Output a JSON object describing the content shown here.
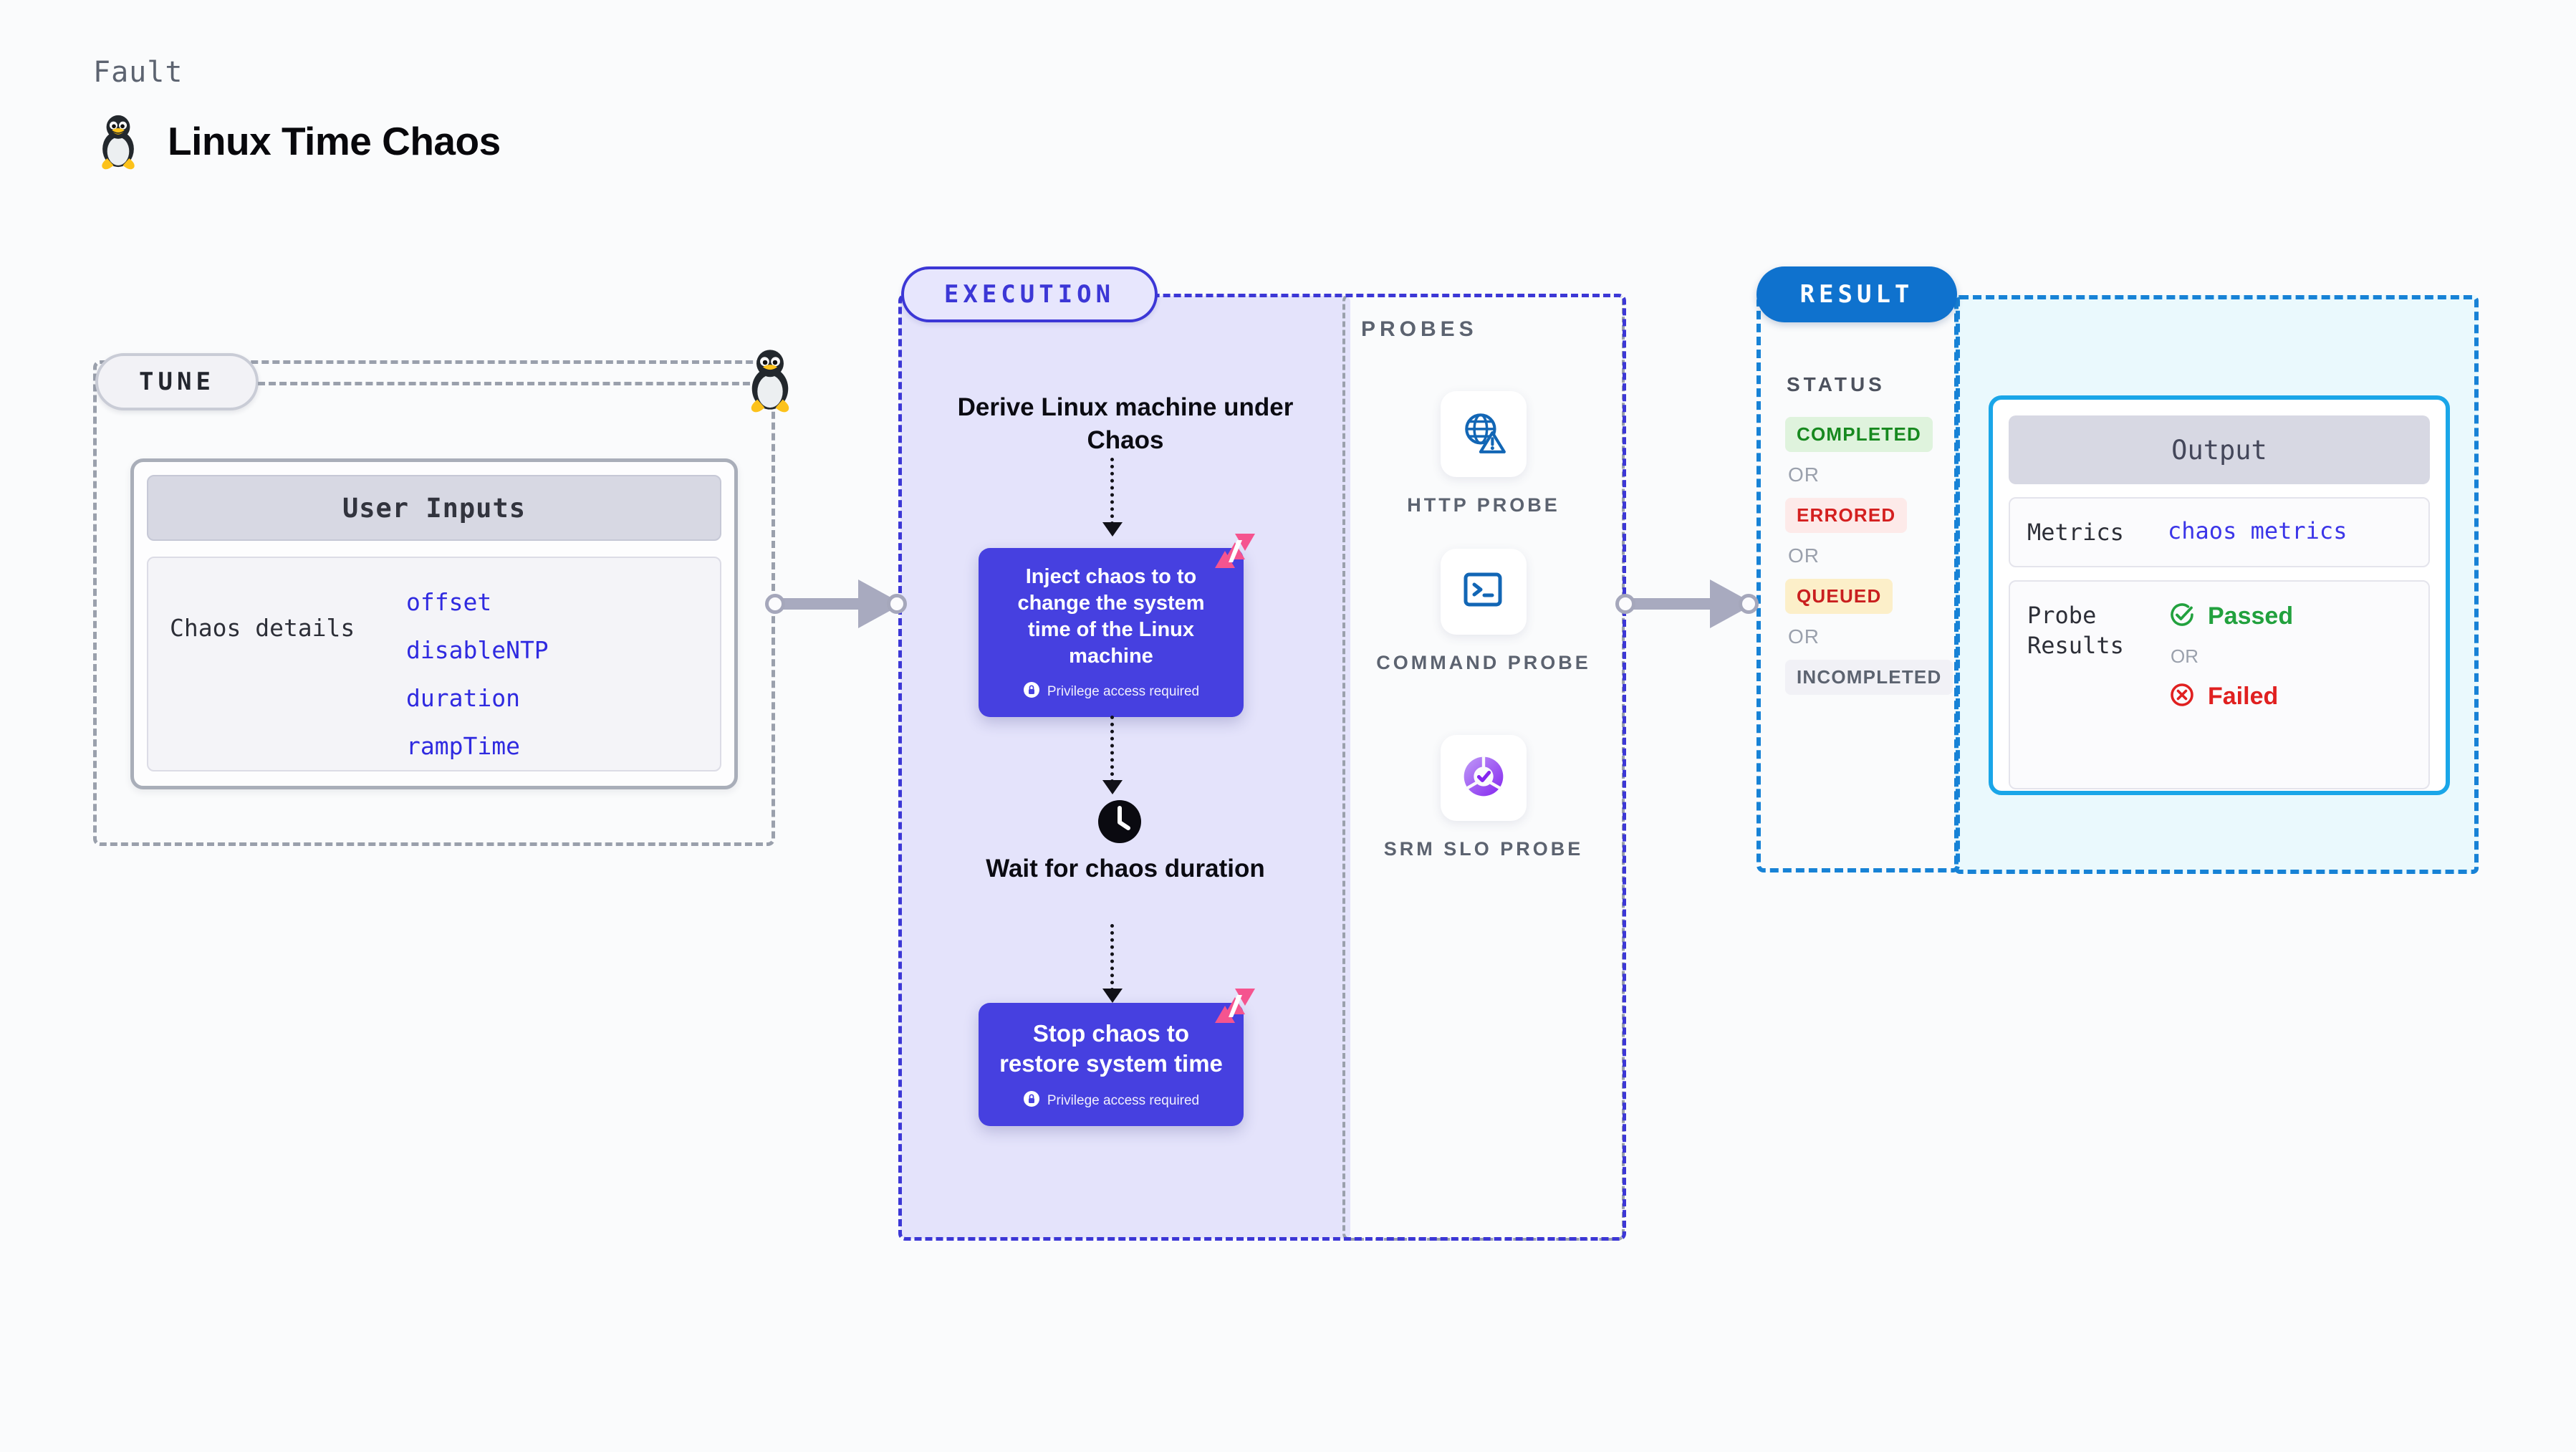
{
  "header": {
    "kicker": "Fault",
    "title": "Linux Time Chaos",
    "logo_icon": "linux-penguin-icon"
  },
  "tune": {
    "pill_label": "TUNE",
    "tux_icon": "linux-penguin-icon",
    "card": {
      "header": "User Inputs",
      "row_label": "Chaos details",
      "values": [
        "offset",
        "disableNTP",
        "duration",
        "rampTime"
      ]
    }
  },
  "connectors": [
    {
      "name": "tune-to-execution"
    },
    {
      "name": "execution-to-result"
    }
  ],
  "execution": {
    "pill_label": "EXECUTION",
    "steps": {
      "title_1": "Derive Linux machine under Chaos",
      "card_1": {
        "text": "Inject chaos to to change the system time of the Linux machine",
        "privilege": "Privilege access required",
        "badge_icon": "chaos-badge-icon",
        "lock_icon": "lock-icon"
      },
      "clock_icon": "clock-icon",
      "title_2": "Wait for chaos duration",
      "card_2": {
        "text": "Stop chaos to restore system time",
        "privilege": "Privilege access required",
        "badge_icon": "chaos-badge-icon",
        "lock_icon": "lock-icon"
      }
    }
  },
  "probes": {
    "label": "PROBES",
    "items": [
      {
        "caption": "HTTP PROBE",
        "icon": "globe-warning-icon"
      },
      {
        "caption": "COMMAND PROBE",
        "icon": "terminal-icon"
      },
      {
        "caption": "SRM SLO PROBE",
        "icon": "slo-donut-check-icon"
      }
    ]
  },
  "result": {
    "pill_label": "RESULT",
    "status_label": "STATUS",
    "or_label": "OR",
    "statuses": [
      {
        "label": "COMPLETED",
        "bg": "#dff3dd",
        "fg": "#17891f"
      },
      {
        "label": "ERRORED",
        "bg": "#fdeae9",
        "fg": "#d41f1f"
      },
      {
        "label": "QUEUED",
        "bg": "#fcefc9",
        "fg": "#c91f1f"
      },
      {
        "label": "INCOMPLETED",
        "bg": "#f1f1f6",
        "fg": "#5c6370"
      }
    ]
  },
  "output": {
    "header": "Output",
    "metrics_key": "Metrics",
    "metrics_value": "chaos metrics",
    "probe_results_key": "Probe Results",
    "passed_label": "Passed",
    "failed_label": "Failed",
    "or_label": "OR",
    "passed_icon": "check-circle-icon",
    "failed_icon": "x-circle-icon"
  },
  "colors": {
    "page_bg": "#fafbfc",
    "execution_purple": "#3c37d6",
    "chaos_card": "#4640e0",
    "result_blue": "#0f72ce",
    "output_border": "#1aa6e8",
    "accent_code": "#2f2ae0",
    "chaos_badge_pink": "#f5548f"
  }
}
